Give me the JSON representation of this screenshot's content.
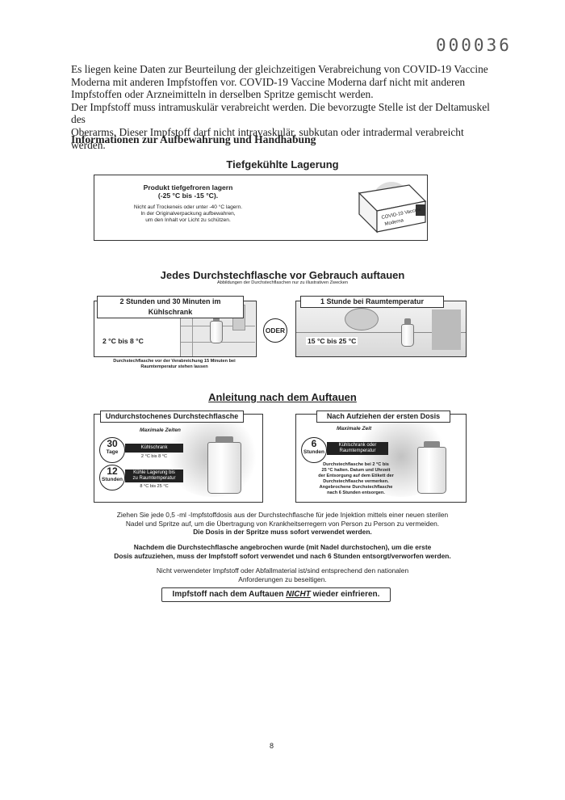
{
  "stamp": "000036",
  "intro": {
    "line1": "Es liegen keine Daten zur Beurteilung der gleichzeitigen Verabreichung von COVID-19 Vaccine",
    "line2": "Moderna mit anderen Impfstoffen vor. COVID-19 Vaccine Moderna darf nicht mit anderen",
    "line3": "Impfstoffen oder Arzneimitteln in derselben Spritze gemischt werden.",
    "line4": "Der Impfstoff muss intramuskulär verabreicht werden. Die bevorzugte Stelle ist der Deltamuskel des",
    "line5": "Oberarms. Dieser Impfstoff darf nicht intravaskulär, subkutan oder intradermal verabreicht werden."
  },
  "section_heading": "Informationen zur Aufbewahrung und Handhabung",
  "frozen": {
    "title": "Tiefgekühlte Lagerung",
    "main1": "Produkt tiefgefroren lagern",
    "main2": "(-25 °C bis -15 °C).",
    "sub1": "Nicht auf Trockeneis oder unter -40 °C lagern.",
    "sub2": "In der Originalverpackung aufbewahren,",
    "sub3": "um den Inhalt vor Licht zu schützen.",
    "box_text1": "COVID-19 Vaccine",
    "box_text2": "Moderna"
  },
  "thaw": {
    "title": "Jedes Durchstechflasche vor Gebrauch auftauen",
    "subtitle": "Abbildungen der Durchstechflaschen nur zu illustrativen Zwecken",
    "left_label": "2 Stunden und 30 Minuten im Kühlschrank",
    "left_temp": "2 °C bis 8 °C",
    "left_note1": "Durchstechflasche vor der Verabreichung 15 Minuten bei",
    "left_note2": "Raumtemperatur stehen lassen",
    "or": "ODER",
    "right_label": "1 Stunde bei Raumtemperatur",
    "right_temp": "15 °C bis 25 °C"
  },
  "guide": {
    "title": "Anleitung nach dem Auftauen",
    "left_label": "Undurchstochenes Durchstechflasche",
    "max_times": "Maximale Zeiten",
    "days_num": "30",
    "days_unit": "Tage",
    "fridge": "Kühlschrank",
    "fridge_temp": "2 °C bis 8 °C",
    "hours_num": "12",
    "hours_unit": "Stunden",
    "cool1": "Kühle Lagerung bis",
    "cool2": "zu Raumtemperatur",
    "cool_temp": "8 °C bis 25 °C",
    "right_label": "Nach Aufziehen der ersten Dosis",
    "max_time": "Maximale Zeit",
    "six_num": "6",
    "six_unit": "Stunden",
    "fridge_or1": "Kühlschrank oder",
    "fridge_or2": "Raumtemperatur",
    "r1": "Durchstechflasche bei 2 °C bis",
    "r2": "25 °C halten. Datum und Uhrzeit",
    "r3": "der Entsorgung auf dem Etikett der",
    "r4": "Durchstechflasche vermerken.",
    "r5": "Angebrochene Durchstechflasche",
    "r6": "nach 6 Stunden entsorgen."
  },
  "instructions": {
    "p1a": "Ziehen Sie jede 0,5 -ml -Impfstoffdosis aus der Durchstechflasche für jede Injektion mittels einer neuen sterilen",
    "p1b": "Nadel und Spritze auf, um die Übertragung von Krankheitserregern von Person zu Person zu vermeiden.",
    "p1c": "Die Dosis in der Spritze muss sofort verwendet werden.",
    "p2a": "Nachdem die Durchstechflasche angebrochen wurde (mit Nadel durchstochen), um die erste",
    "p2b": "Dosis aufzuziehen, muss der Impfstoff sofort verwendet und nach 6 Stunden entsorgt/verworfen werden.",
    "p3a": "Nicht verwendeter Impfstoff oder Abfallmaterial ist/sind entsprechend den nationalen",
    "p3b": "Anforderungen zu beseitigen.",
    "warn_a": "Impfstoff nach dem Auftauen ",
    "warn_b": "NICHT",
    "warn_c": " wieder einfrieren."
  },
  "page_number": "8"
}
